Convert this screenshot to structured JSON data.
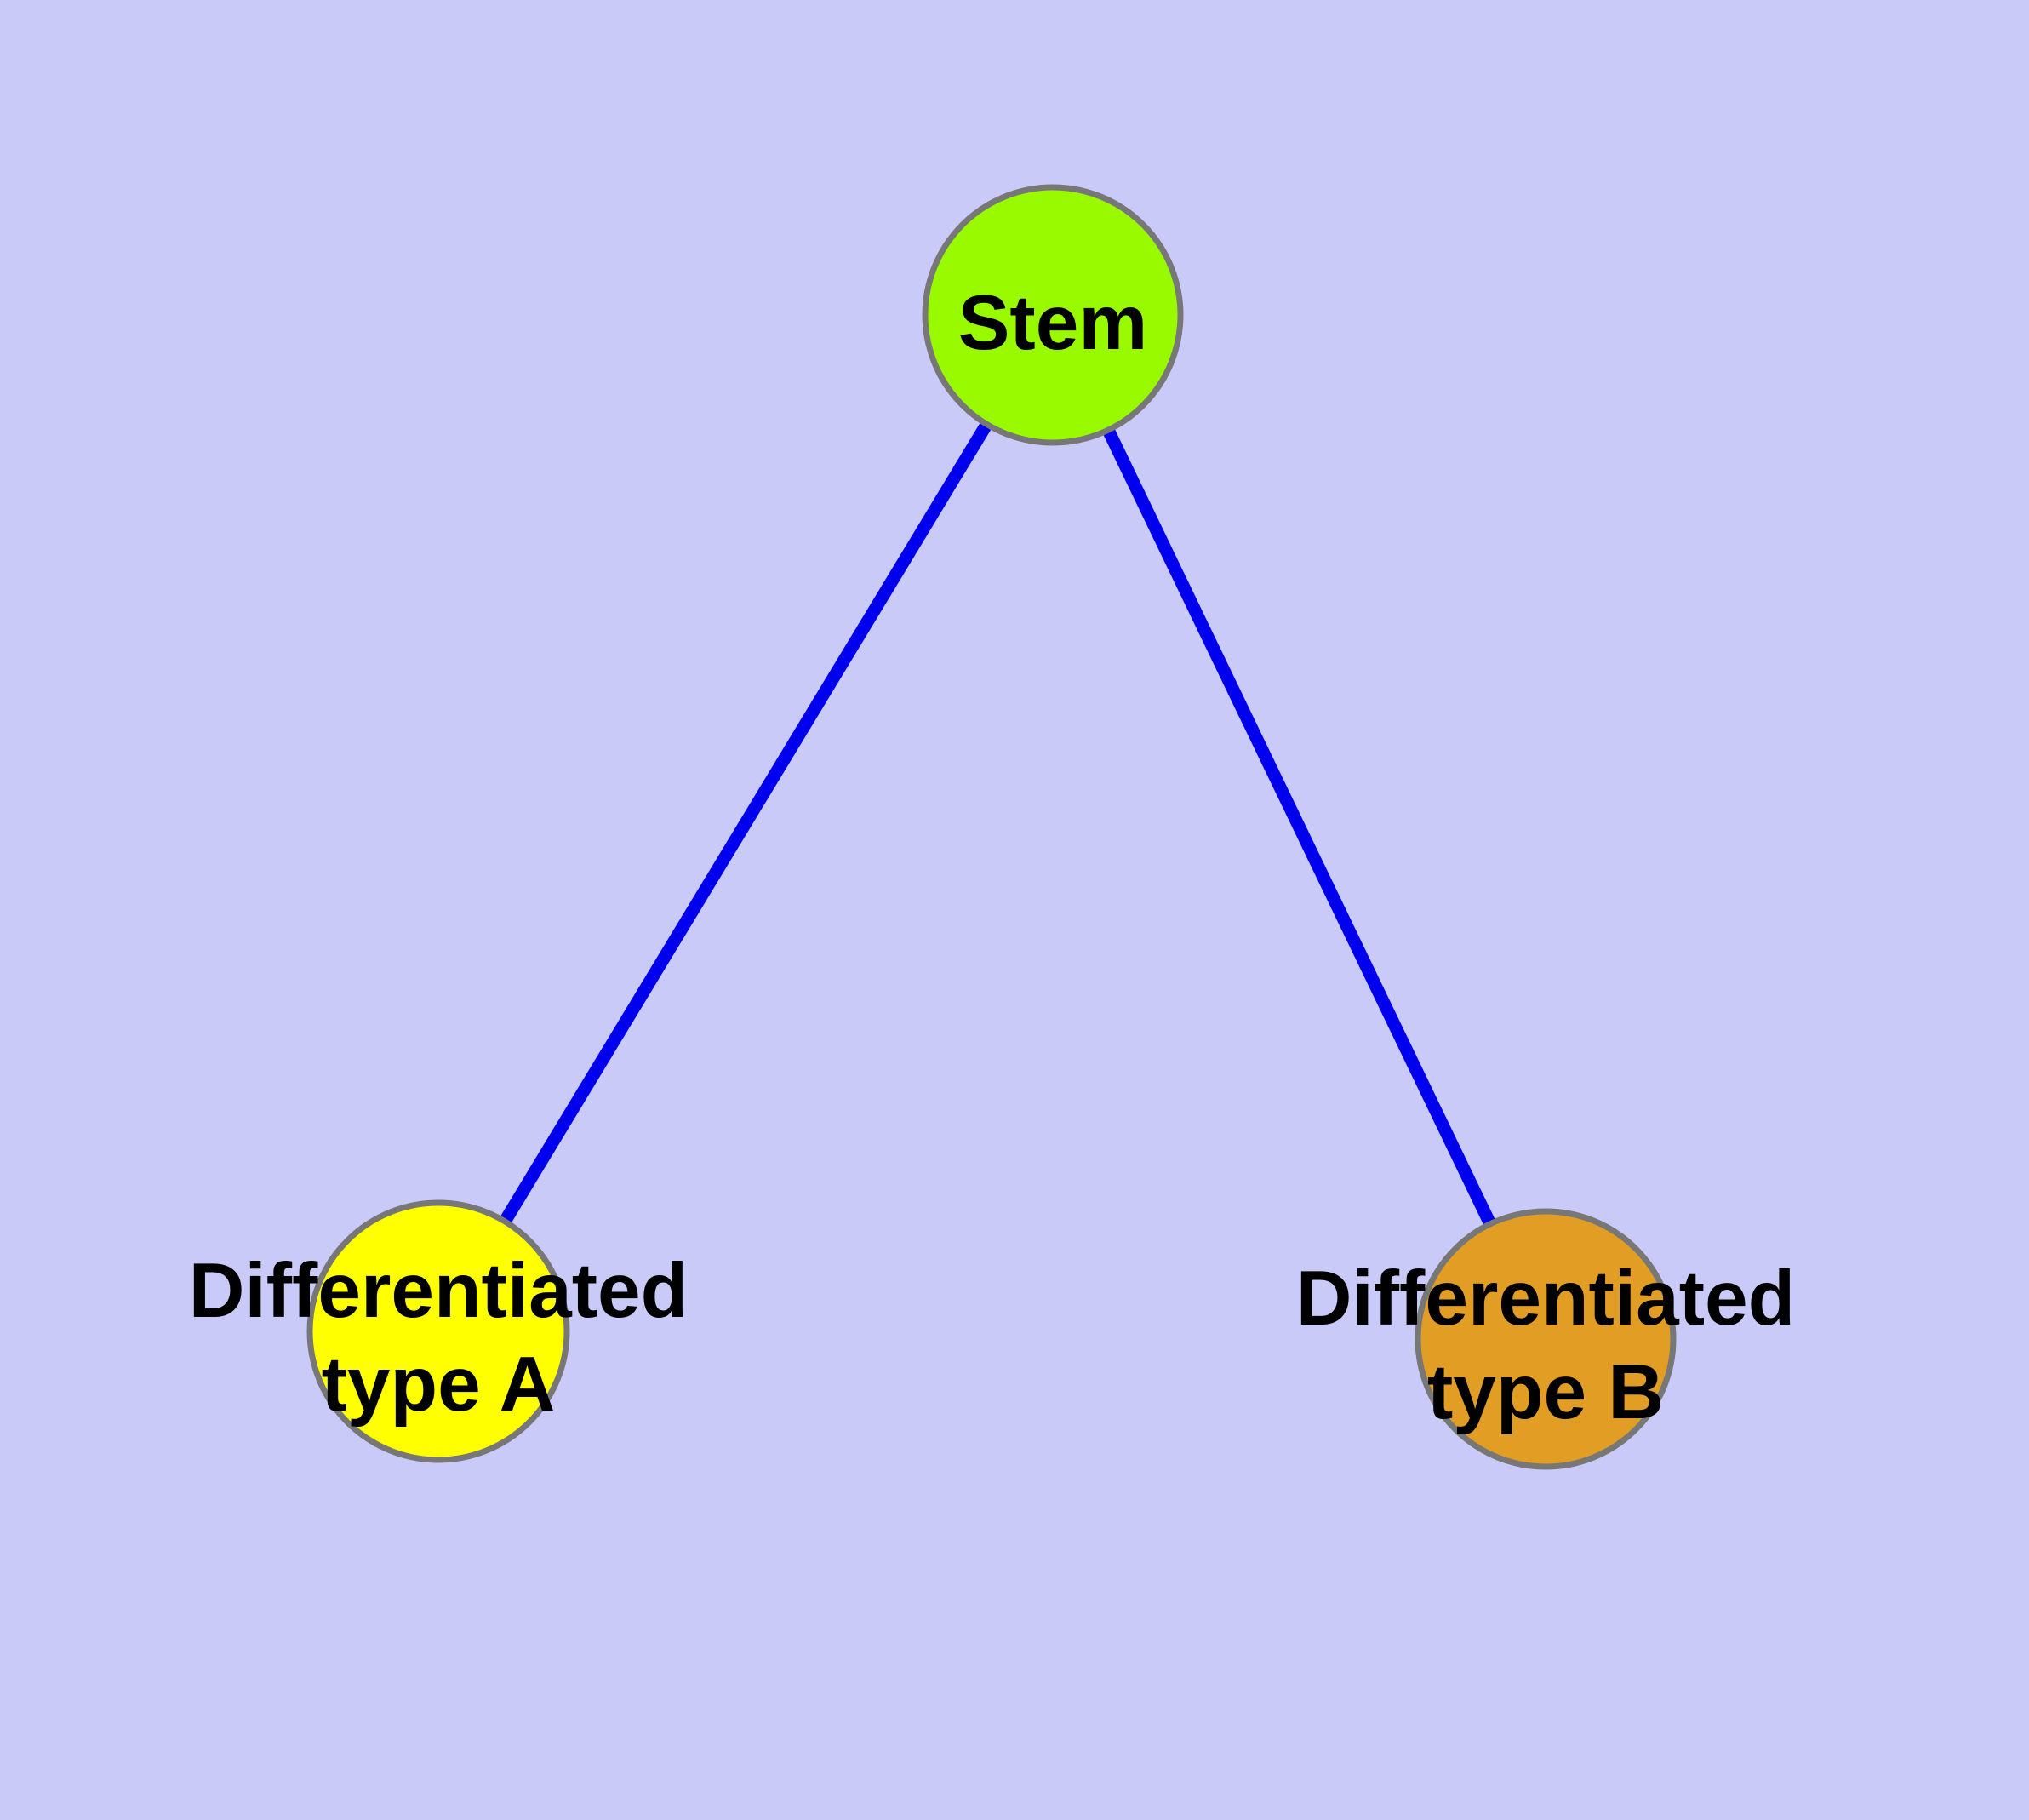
{
  "diagram": {
    "background_color": "#CACAF8",
    "edge_color": "#0000EE",
    "node_border_color": "#777777",
    "label_color": "#000000",
    "nodes": [
      {
        "id": "stem",
        "label": "Stem",
        "label_lines": [
          "Stem"
        ],
        "fill": "#99FA00"
      },
      {
        "id": "differentiated-type-a",
        "label": "Differentiated type A",
        "label_lines": [
          "Differentiated",
          "type A"
        ],
        "fill": "#FFFF00"
      },
      {
        "id": "differentiated-type-b",
        "label": "Differentiated type B",
        "label_lines": [
          "Differentiated",
          "type B"
        ],
        "fill": "#E29D25"
      }
    ],
    "edges": [
      {
        "from": "Stem",
        "to": "Differentiated type A"
      },
      {
        "from": "Stem",
        "to": "Differentiated type B"
      }
    ]
  }
}
